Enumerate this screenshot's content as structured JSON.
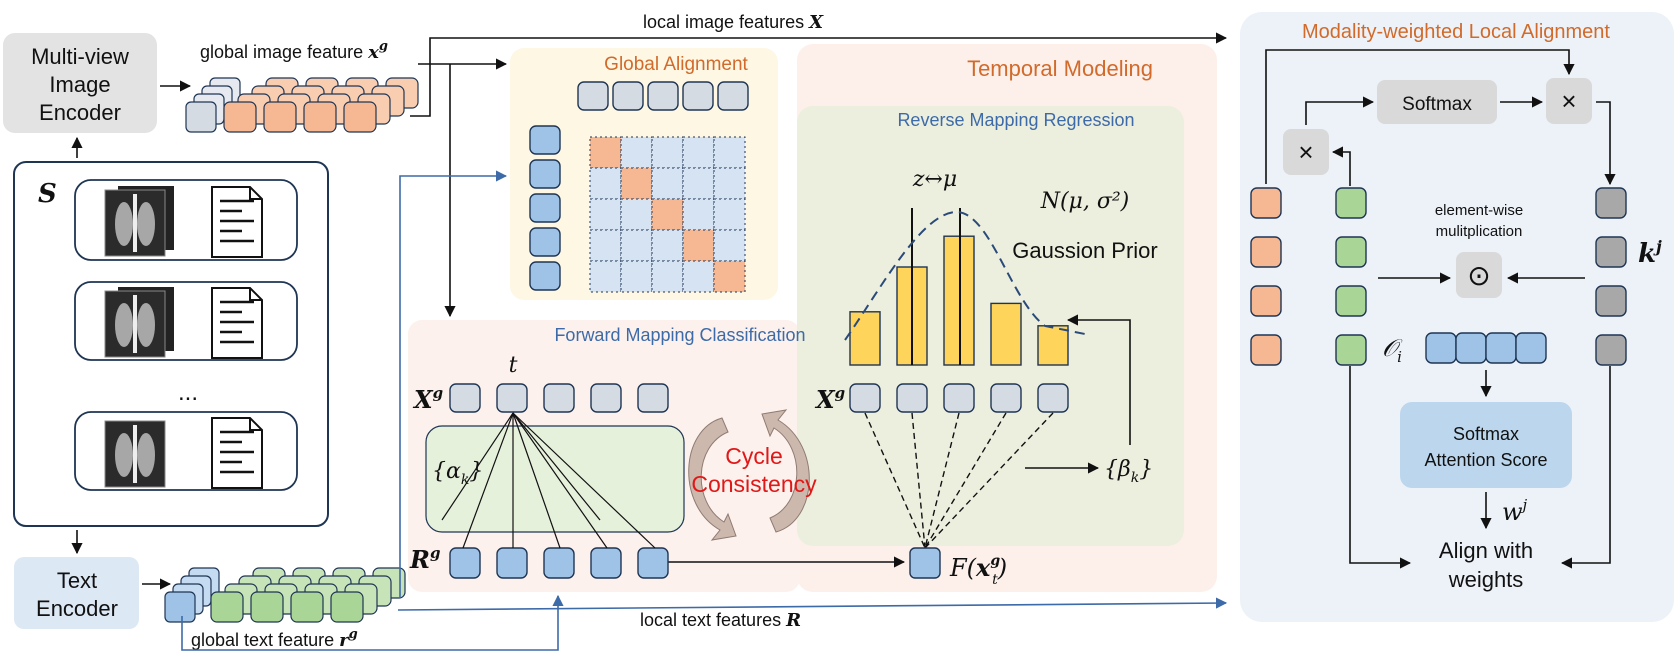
{
  "encoders": {
    "image": [
      "Multi-view",
      "Image",
      "Encoder"
    ],
    "text": [
      "Text",
      "Encoder"
    ]
  },
  "input_set": {
    "symbol": "S",
    "ellipsis": "..."
  },
  "feature_labels": {
    "global_image": "global image feature",
    "global_image_sym": "x",
    "global_image_sup": "g",
    "local_image": "local image features",
    "local_image_sym": "X",
    "global_text": "global text feature",
    "global_text_sym": "r",
    "global_text_sup": "g",
    "local_text": "local text features",
    "local_text_sym": "R"
  },
  "global_alignment": {
    "title": "Global Alignment"
  },
  "temporal_modeling": {
    "title": "Temporal Modeling"
  },
  "reverse_mapping": {
    "title": "Reverse Mapping Regression",
    "z_mu": "z↔μ",
    "gaussian_formula": "N(μ, σ²)",
    "gaussian_label": "Gaussion Prior",
    "beta": "{β",
    "beta_sub": "k",
    "beta_end": "}",
    "bars": [
      0.38,
      0.7,
      0.92,
      0.44,
      0.28
    ]
  },
  "forward_mapping": {
    "title": "Forward Mapping Classification",
    "t": "t",
    "alpha": "{α",
    "alpha_sub": "k",
    "alpha_end": "}"
  },
  "cycle": {
    "line1": "Cycle",
    "line2": "Consistency"
  },
  "symbols": {
    "Xg": "X",
    "Rg": "R",
    "g": "g",
    "F": "F(",
    "F_x": "x",
    "F_sup": "g",
    "F_sub": "t",
    "F_end": ")"
  },
  "mwla": {
    "title": "Modality-weighted Local Alignment",
    "softmax": "Softmax",
    "times": "×",
    "odot": "⊙",
    "elementwise": [
      "element-wise",
      "mulitplication"
    ],
    "k": "k",
    "k_sup": "j",
    "O": "𝒪",
    "O_sub": "i",
    "attention": [
      "Softmax",
      "Attention Score"
    ],
    "w": "w",
    "w_sup": "j",
    "align": [
      "Align with",
      "weights"
    ]
  },
  "colors": {
    "orange_token": "#f6b893",
    "green_token": "#a9d597",
    "blue_token": "#9ec3e6",
    "gray_token": "#d5dbe3",
    "dark_token": "#a8a8a8",
    "bar": "#ffd45a",
    "global_panel": "#fef7e4",
    "temporal_panel": "#fdf0ea",
    "reverse_panel": "#ecefde",
    "forward_panel": "#fcf1ec",
    "mwla_panel": "#ecf2f8",
    "orange_title": "#d16a2a",
    "blue_title": "#3d6aa8",
    "red_text": "#e01818"
  }
}
